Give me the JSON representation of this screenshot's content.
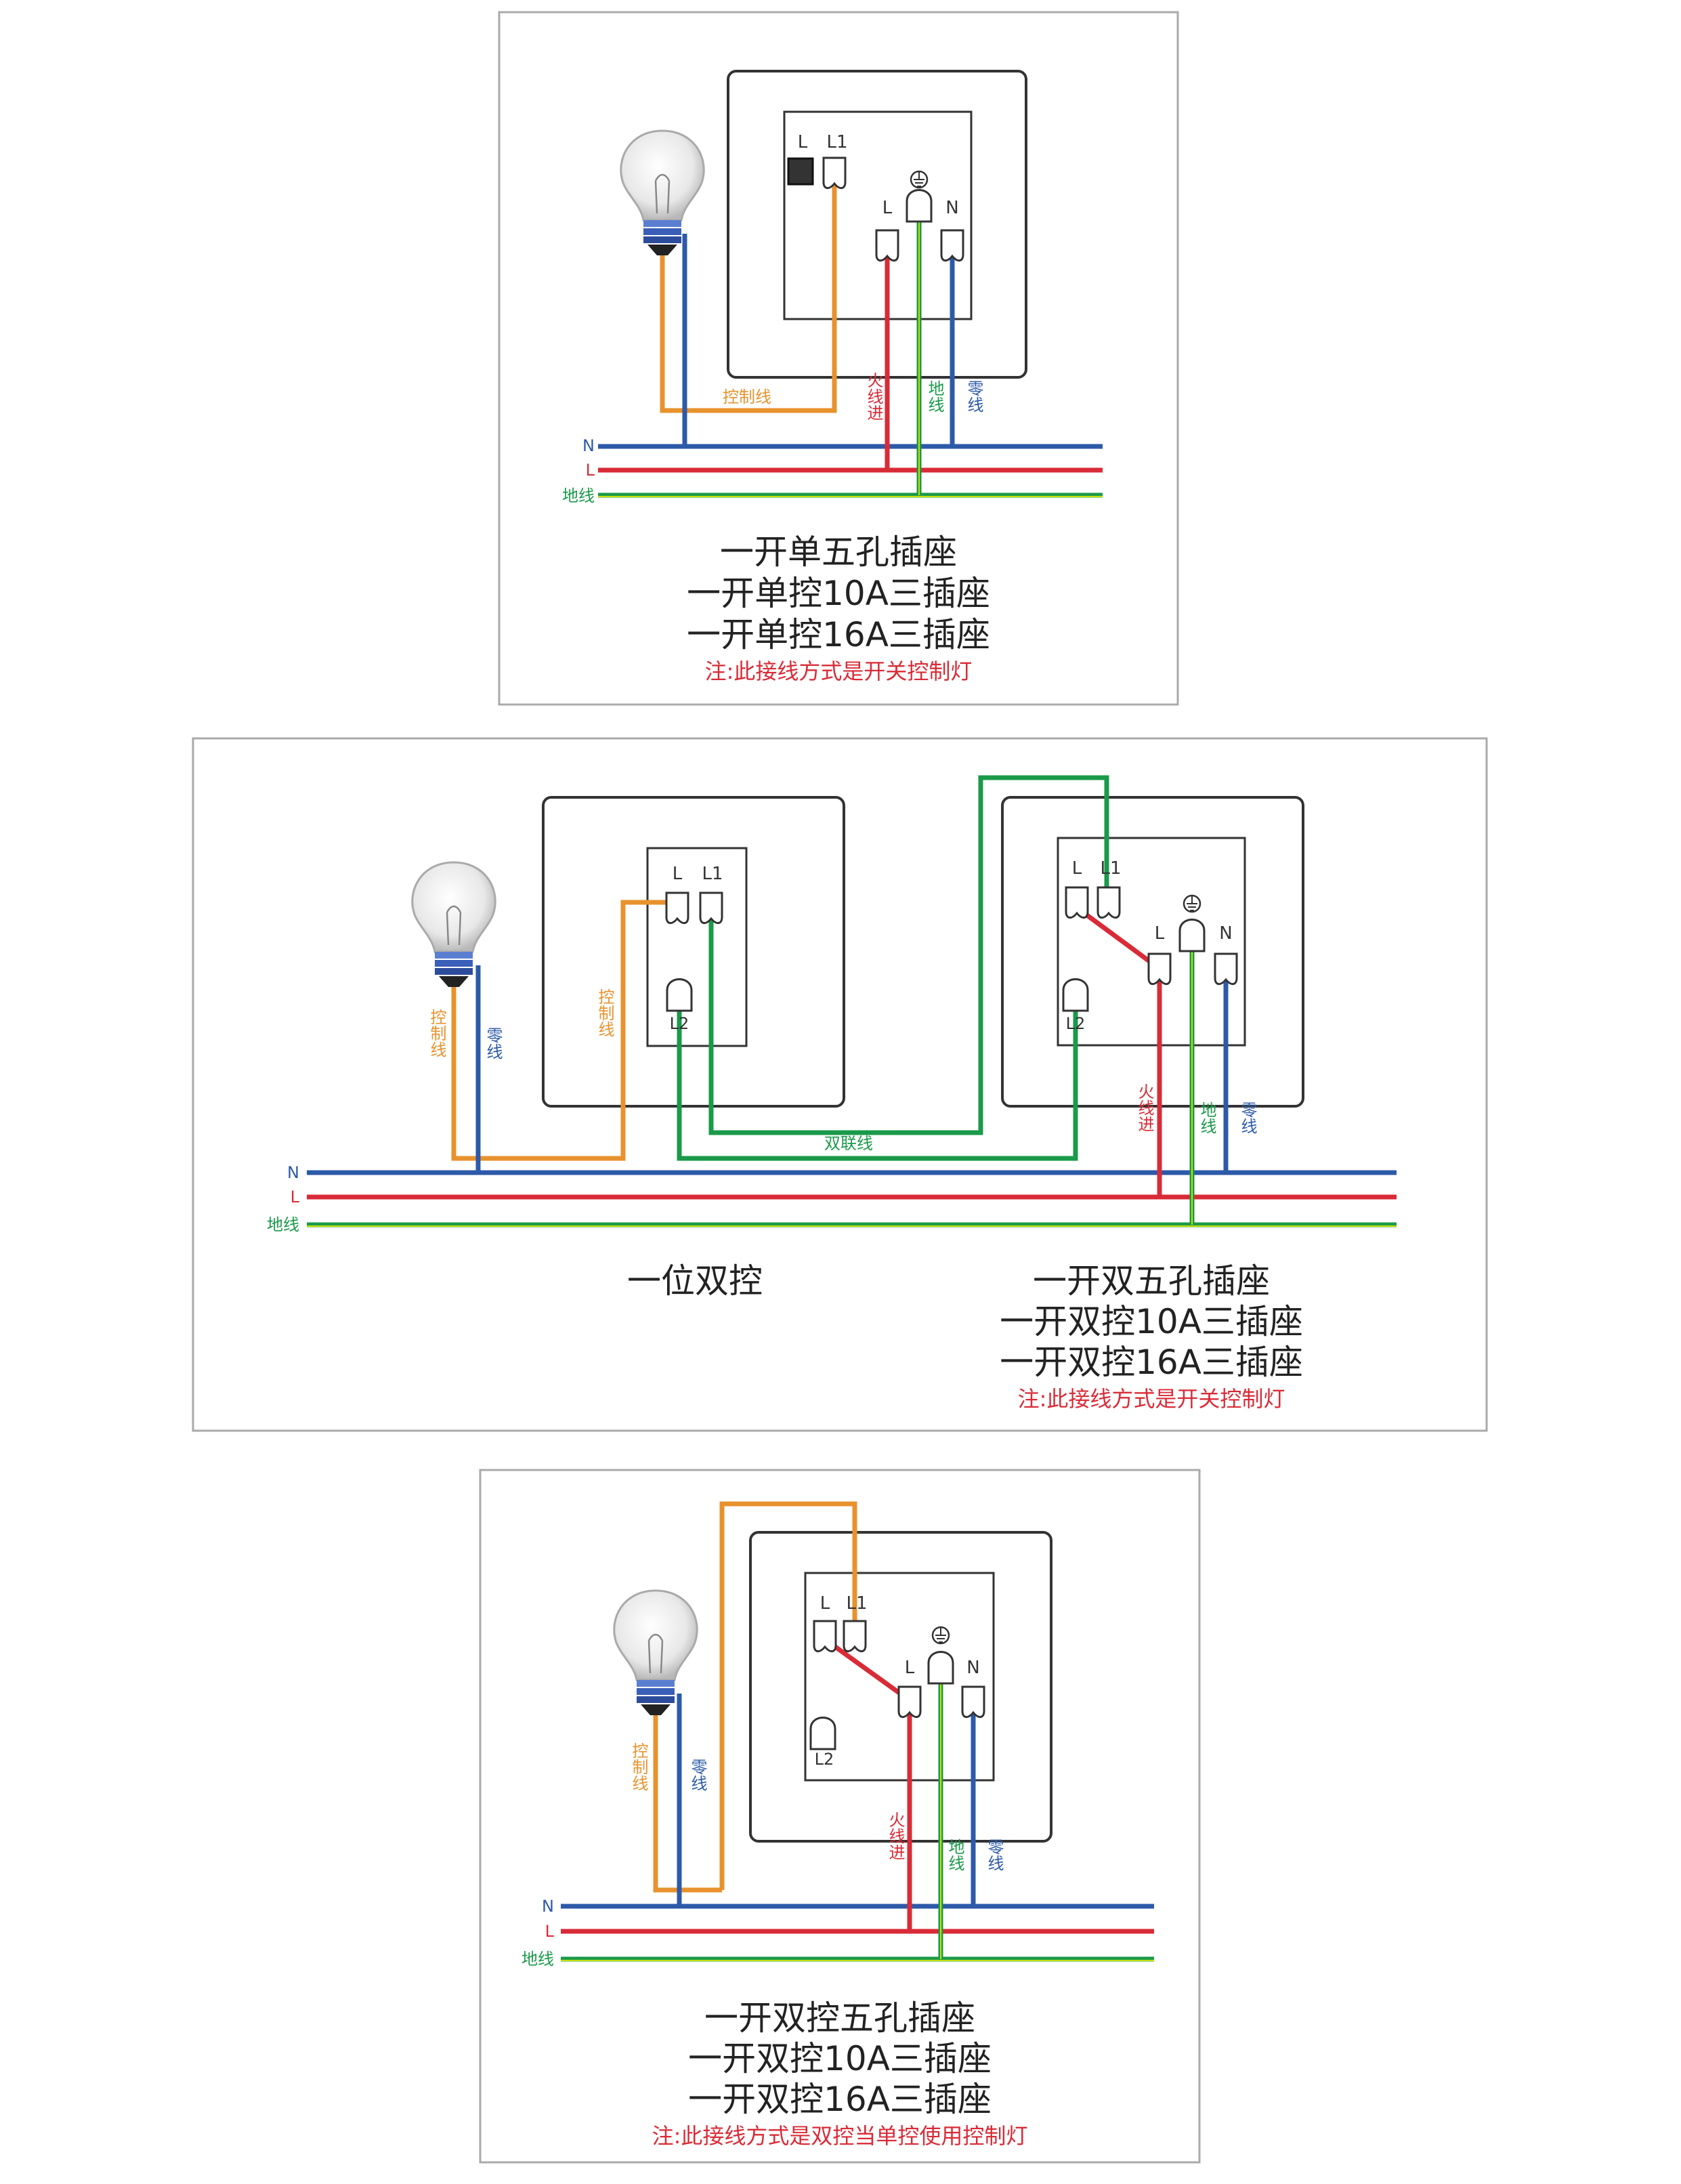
{
  "colors": {
    "neutral": "#2d5aa8",
    "live": "#d92b37",
    "ground": "#1a9a4a",
    "ground_stripe": "#c8e000",
    "control": "#e8922e",
    "interconnect": "#1a9a4a",
    "frame": "#333333",
    "note": "#d92b37"
  },
  "labels": {
    "L": "L",
    "L1": "L1",
    "L2": "L2",
    "N": "N",
    "ground_symbol": "⏚"
  },
  "wires": {
    "bus_N": "N",
    "bus_L": "L",
    "bus_ground": "地线",
    "control": "控制线",
    "live_in": "火线进",
    "ground": "地线",
    "neutral": "零线",
    "interconnect": "双联线"
  },
  "panel1": {
    "titles": [
      "一开单五孔插座",
      "一开单控10A三插座",
      "一开单控16A三插座"
    ],
    "note": "注:此接线方式是开关控制灯"
  },
  "panel2": {
    "left_title": "一位双控",
    "right_titles": [
      "一开双五孔插座",
      "一开双控10A三插座",
      "一开双控16A三插座"
    ],
    "note": "注:此接线方式是开关控制灯"
  },
  "panel3": {
    "titles": [
      "一开双控五孔插座",
      "一开双控10A三插座",
      "一开双控16A三插座"
    ],
    "note": "注:此接线方式是双控当单控使用控制灯"
  }
}
